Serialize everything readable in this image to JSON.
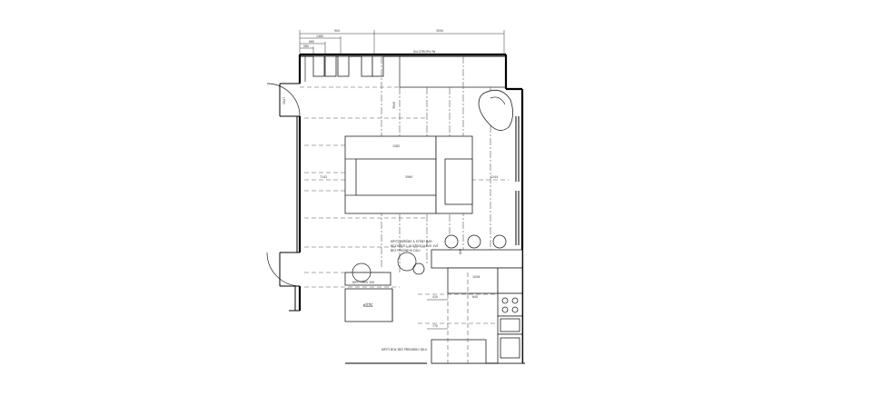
{
  "dimensions": {
    "top_left": "900",
    "top_right": "3090",
    "sub_1": "1460",
    "sub_2": "960",
    "sub_3": "580",
    "left_height": "2047",
    "left_total": "7142",
    "center_total": "3940",
    "right_total": "1244",
    "sofa_depth": "1282",
    "sofa_width": "3060",
    "kitchen_1": "600",
    "kitchen_2": "1008",
    "kitchen_3": "640",
    "kitchen_4": "410",
    "kitchen_5": "770"
  },
  "labels": {
    "ceiling_note": "Zní.STROPní Pa",
    "kitchen_note_1": "KRYTÍ SKŘÍŇKY A STĚNY BAR",
    "kitchen_note_2": "BEZ KRYTU, VLOŽENÍ VLEVO 1VĚ",
    "kitchen_note_3": "BEZ PŘEDNÍHO DÍLU",
    "bottom_note": "KRYTÍ BOX BEZ PŘEDNÍHO DÍLU",
    "box_title": "KŮŽE",
    "box_sub": "KRÝT PŘES 200"
  }
}
